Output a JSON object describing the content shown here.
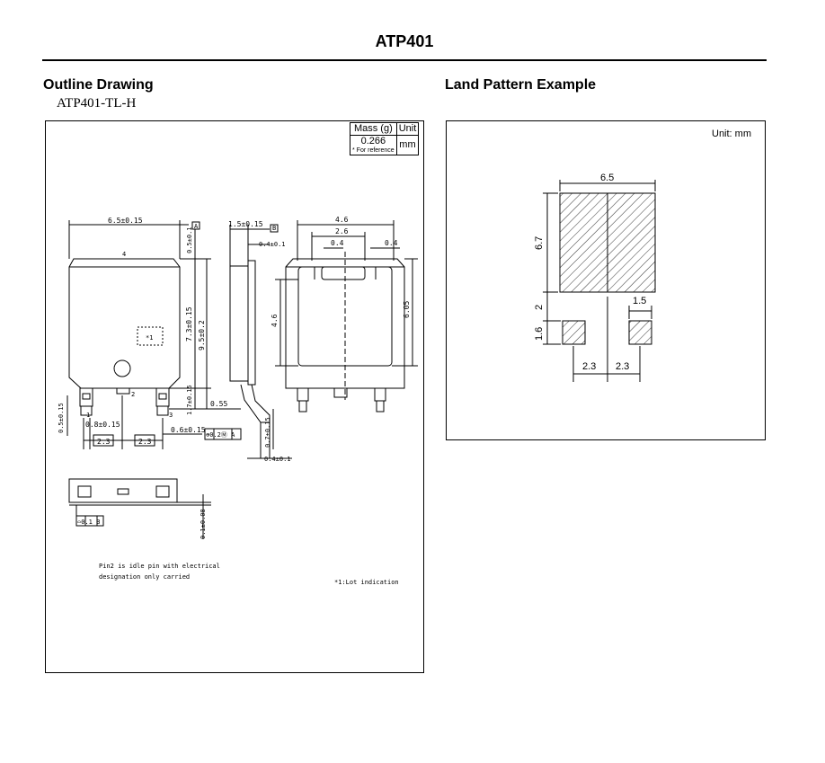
{
  "header": {
    "title": "ATP401"
  },
  "outline": {
    "heading": "Outline Drawing",
    "part_name": "ATP401-TL-H",
    "mass_header": "Mass (g)",
    "unit_header": "Unit",
    "mass_value": "0.266",
    "mass_note": "* For reference",
    "unit_value": "mm",
    "dims": {
      "top_width": "6.5±0.15",
      "top_a": "A",
      "side_width": "1.5±0.15",
      "side_b": "B",
      "side_04": "0.4±0.1",
      "right_05": "0.5±0.1",
      "body_73": "7.3±0.15",
      "body_95": "9.5±0.2",
      "lead_17": "1.7±0.15",
      "pin4": "4",
      "lot_mark": "*1",
      "pin1": "1",
      "pin2": "2",
      "pin3": "3",
      "left_05": "0.5±0.15",
      "lead_08": "0.8±0.15",
      "pitch_a": "2.3",
      "pitch_b": "2.3",
      "lead_06": "0.6±0.15",
      "position_tol": "⊕0.2Ⓜ A",
      "side_055": "0.55",
      "side_07": "0.7±0.15",
      "side_04b": "0.4±0.1",
      "back_46": "4.6",
      "back_26": "2.6",
      "back_04a": "0.4",
      "back_04b": "0.4",
      "back_46v": "4.6",
      "back_605": "6.05",
      "flat_tol": "⌓0.1 B",
      "flat_01": "0.1±0.08"
    },
    "note_pin2_line1": "Pin2 is idle pin with electrical",
    "note_pin2_line2": "designation only carried",
    "note_lot": "*1:Lot indication"
  },
  "land": {
    "heading": "Land Pattern Example",
    "unit": "Unit: mm",
    "dim_width": "6.5",
    "dim_height": "6.7",
    "dim_gap": "2",
    "dim_pad_h": "1.6",
    "dim_pad_w": "1.5",
    "dim_pitch_a": "2.3",
    "dim_pitch_b": "2.3"
  }
}
